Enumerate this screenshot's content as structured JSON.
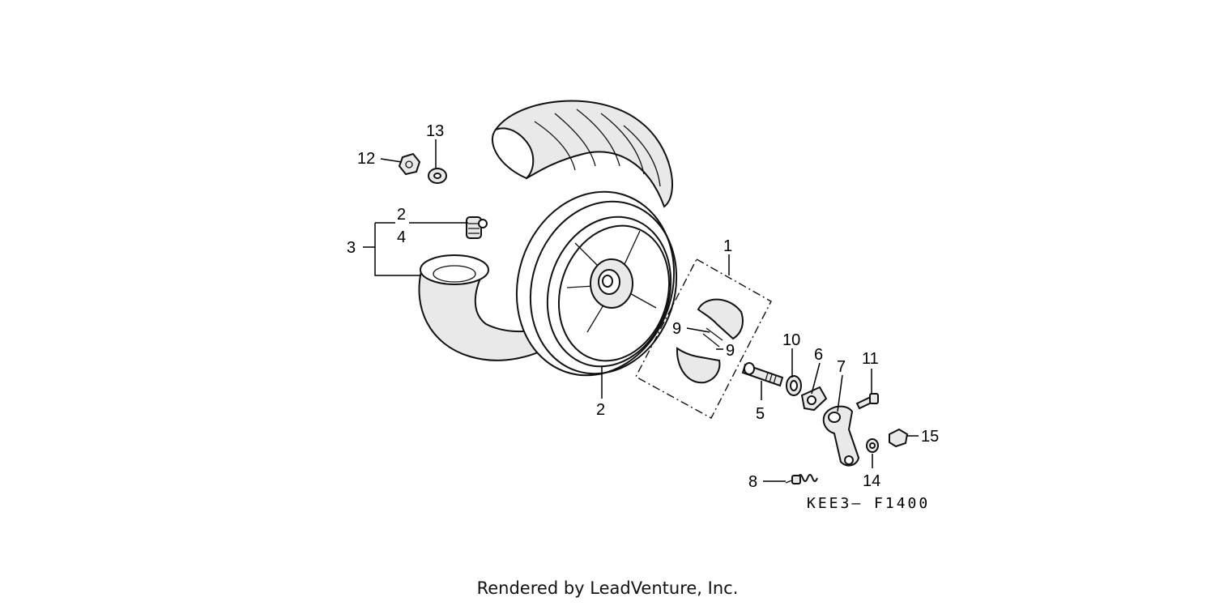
{
  "diagram": {
    "callouts": {
      "c1": "1",
      "c2_top": "2",
      "c2_bottom": "2",
      "c3": "3",
      "c4": "4",
      "c5": "5",
      "c6": "6",
      "c7": "7",
      "c8": "8",
      "c9_a": "9",
      "c9_b": "9",
      "c10": "10",
      "c11": "11",
      "c12": "12",
      "c13": "13",
      "c14": "14",
      "c15": "15"
    },
    "figure_code": "KEE3– F1400"
  },
  "footer": {
    "credit": "Rendered by LeadVenture, Inc."
  }
}
